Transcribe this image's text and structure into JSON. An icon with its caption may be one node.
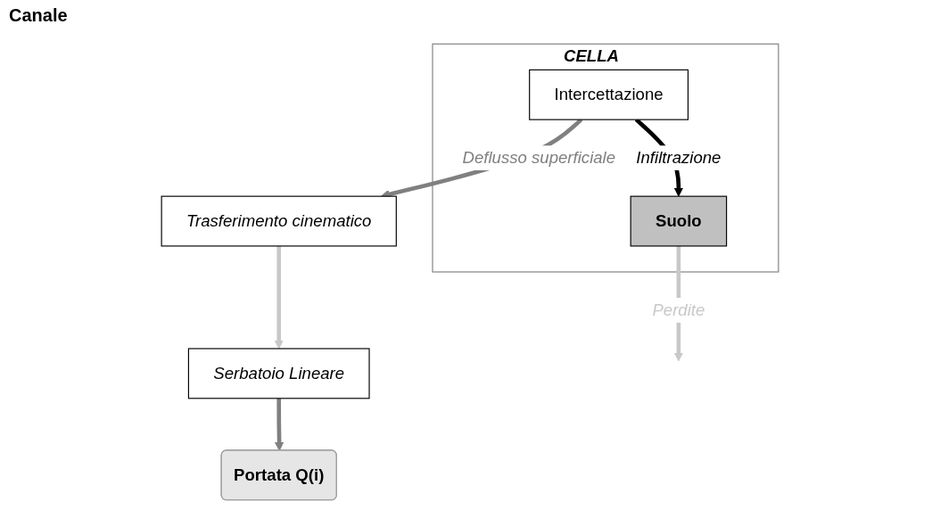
{
  "diagram": {
    "nodes": [
      {
        "text": [
          "CELLA"
        ]
      },
      {
        "text": [
          "Intercettazione"
        ],
        "in": 0
      },
      {
        "text": [
          "Suolo"
        ],
        "in": 0
      },
      {
        "text": [
          "Trasferimento cinematico"
        ]
      },
      {
        "text": [
          "Serbatoio Lineare"
        ]
      },
      {
        "text": [
          "Portata Q(i)"
        ]
      }
    ],
    "edges": [
      {
        "from": 1,
        "to": 2,
        "arrow": "to",
        "label": "Infiltrazione",
        "color": "#000000"
      },
      {
        "from": 2,
        "to": null,
        "arrow": "to",
        "label": "Perdite",
        "color": "#c8c8c8"
      },
      {
        "from": 1,
        "to": 3,
        "arrow": "to",
        "label": "Deflusso superficiale"
      },
      {
        "from": 3,
        "to": 4,
        "arrow": "to",
        "color": "#c8c8c8"
      },
      {
        "from": 4,
        "to": 5,
        "arrow": "to"
      }
    ],
    "labels": [
      "Canale"
    ]
  }
}
